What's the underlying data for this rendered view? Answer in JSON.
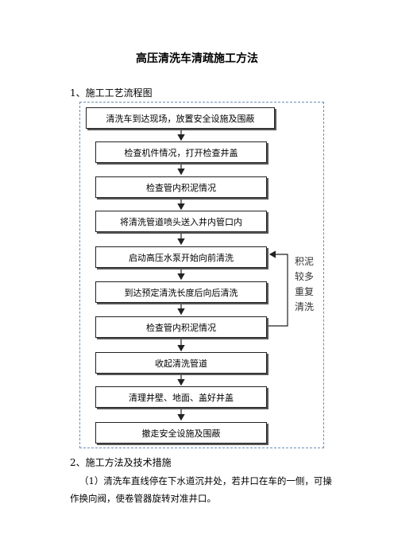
{
  "document": {
    "title": "高压清洗车清疏施工方法",
    "section1": "1、施工工艺流程图",
    "flow": {
      "steps": [
        "清洗车到达现场，放置安全设施及围蔽",
        "检查机件情况，打开检查井盖",
        "检查管内积泥情况",
        "将清洗管道喷头送入井内管口内",
        "启动高压水泵开始向前清洗",
        "到达预定清洗长度后向后清洗",
        "检查管内积泥情况",
        "收起清洗管道",
        "清理井壁、地面、盖好井盖",
        "撤走安全设施及围蔽"
      ],
      "loop_label": "积泥\n较多\n重复\n清洗"
    },
    "section2": "2、施工方法及技术措施",
    "paragraph1": "（1）清洗车直线停在下水道沉井处，若井口在车的一侧，可操作换向阀，使卷管器旋转对准井口。"
  }
}
